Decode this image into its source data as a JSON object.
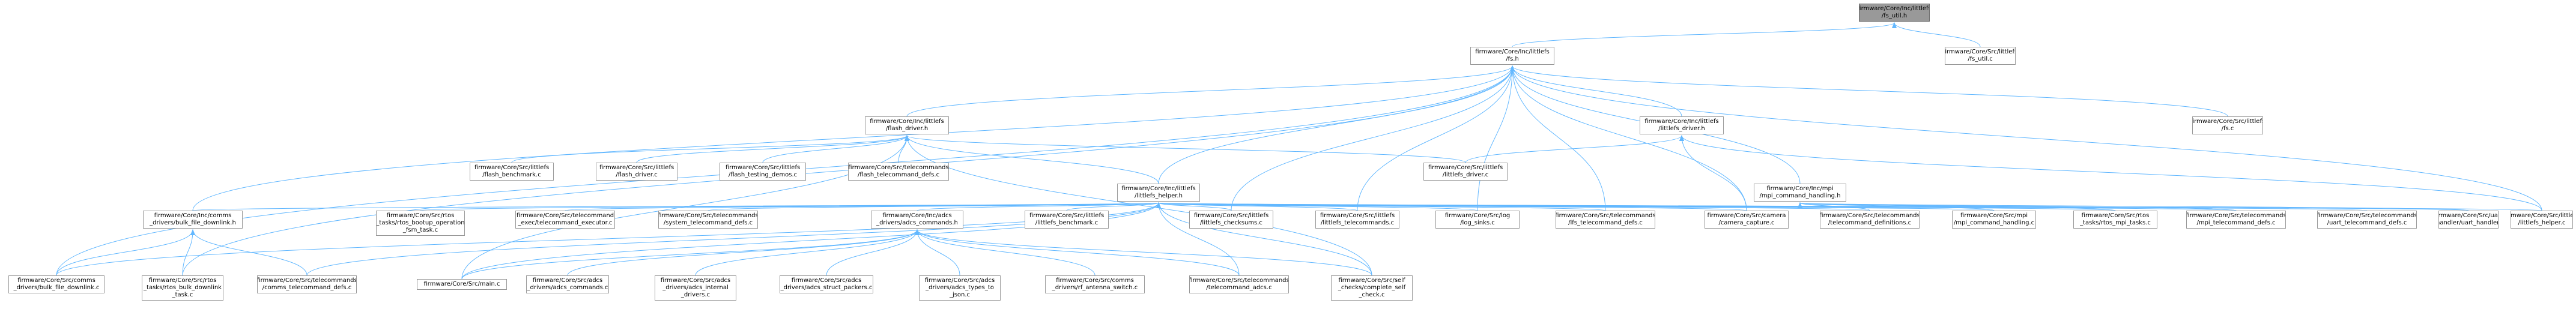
{
  "colors": {
    "edge": "#63B8FF",
    "border": "#999999",
    "root_fill": "#999999",
    "node_fill": "#ffffff"
  },
  "nodes": [
    {
      "id": "fs_util_h",
      "lines": [
        "firmware/Core/Inc/littlefs",
        "/fs_util.h"
      ],
      "root": true
    },
    {
      "id": "fs_h",
      "lines": [
        "firmware/Core/Inc/littlefs",
        "/fs.h"
      ]
    },
    {
      "id": "fs_util_c",
      "lines": [
        "firmware/Core/Src/littlefs",
        "/fs_util.c"
      ]
    },
    {
      "id": "flash_driver_h",
      "lines": [
        "firmware/Core/Inc/littlefs",
        "/flash_driver.h"
      ]
    },
    {
      "id": "littlefs_driver_h",
      "lines": [
        "firmware/Core/Inc/littlefs",
        "/littlefs_driver.h"
      ]
    },
    {
      "id": "fs_c",
      "lines": [
        "firmware/Core/Src/littlefs",
        "/fs.c"
      ]
    },
    {
      "id": "flash_benchmark_c",
      "lines": [
        "firmware/Core/Src/littlefs",
        "/flash_benchmark.c"
      ]
    },
    {
      "id": "flash_driver_c",
      "lines": [
        "firmware/Core/Src/littlefs",
        "/flash_driver.c"
      ]
    },
    {
      "id": "flash_testing_demos_c",
      "lines": [
        "firmware/Core/Src/littlefs",
        "/flash_testing_demos.c"
      ]
    },
    {
      "id": "flash_tc_defs_c",
      "lines": [
        "firmware/Core/Src/telecommands",
        "/flash_telecommand_defs.c"
      ]
    },
    {
      "id": "littlefs_driver_c",
      "lines": [
        "firmware/Core/Src/littlefs",
        "/littlefs_driver.c"
      ]
    },
    {
      "id": "littlefs_helper_h",
      "lines": [
        "firmware/Core/Inc/littlefs",
        "/littlefs_helper.h"
      ]
    },
    {
      "id": "mpi_cmd_h",
      "lines": [
        "firmware/Core/Inc/mpi",
        "/mpi_command_handling.h"
      ]
    },
    {
      "id": "comms_bulk_h",
      "lines": [
        "firmware/Core/Inc/comms",
        "_drivers/bulk_file_downlink.h"
      ]
    },
    {
      "id": "rtos_bootup_c",
      "lines": [
        "firmware/Core/Src/rtos",
        "_tasks/rtos_bootup_operation",
        "_fsm_task.c"
      ]
    },
    {
      "id": "tc_exec_c",
      "lines": [
        "firmware/Core/Src/telecommand",
        "_exec/telecommand_executor.c"
      ]
    },
    {
      "id": "system_tc_defs_c",
      "lines": [
        "firmware/Core/Src/telecommands",
        "/system_telecommand_defs.c"
      ]
    },
    {
      "id": "adcs_cmds_h",
      "lines": [
        "firmware/Core/Inc/adcs",
        "_drivers/adcs_commands.h"
      ]
    },
    {
      "id": "littlefs_benchmark_c",
      "lines": [
        "firmware/Core/Src/littlefs",
        "/littlefs_benchmark.c"
      ]
    },
    {
      "id": "littlefs_checksums_c",
      "lines": [
        "firmware/Core/Src/littlefs",
        "/littlefs_checksums.c"
      ]
    },
    {
      "id": "littlefs_tc_c",
      "lines": [
        "firmware/Core/Src/littlefs",
        "/littlefs_telecommands.c"
      ]
    },
    {
      "id": "log_sinks_c",
      "lines": [
        "firmware/Core/Src/log",
        "/log_sinks.c"
      ]
    },
    {
      "id": "lfs_tc_defs_c",
      "lines": [
        "firmware/Core/Src/telecommands",
        "/lfs_telecommand_defs.c"
      ]
    },
    {
      "id": "camera_capture_c",
      "lines": [
        "firmware/Core/Src/camera",
        "/camera_capture.c"
      ]
    },
    {
      "id": "tc_definitions_c",
      "lines": [
        "firmware/Core/Src/telecommands",
        "/telecommand_definitions.c"
      ]
    },
    {
      "id": "mpi_cmd_c",
      "lines": [
        "firmware/Core/Src/mpi",
        "/mpi_command_handling.c"
      ]
    },
    {
      "id": "rtos_mpi_tasks_c",
      "lines": [
        "firmware/Core/Src/rtos",
        "_tasks/rtos_mpi_tasks.c"
      ]
    },
    {
      "id": "mpi_tc_defs_c",
      "lines": [
        "firmware/Core/Src/telecommands",
        "/mpi_telecommand_defs.c"
      ]
    },
    {
      "id": "uart_tc_defs_c",
      "lines": [
        "firmware/Core/Src/telecommands",
        "/uart_telecommand_defs.c"
      ]
    },
    {
      "id": "uart_handler_c",
      "lines": [
        "firmware/Core/Src/uart",
        "_handler/uart_handler.c"
      ]
    },
    {
      "id": "littlefs_helper_c",
      "lines": [
        "firmware/Core/Src/littlefs",
        "/littlefs_helper.c"
      ]
    },
    {
      "id": "comms_bulk_c",
      "lines": [
        "firmware/Core/Src/comms",
        "_drivers/bulk_file_downlink.c"
      ]
    },
    {
      "id": "rtos_bulk_task_c",
      "lines": [
        "firmware/Core/Src/rtos",
        "_tasks/rtos_bulk_downlink",
        "_task.c"
      ]
    },
    {
      "id": "comms_tc_defs_c",
      "lines": [
        "firmware/Core/Src/telecommands",
        "/comms_telecommand_defs.c"
      ]
    },
    {
      "id": "main_c",
      "lines": [
        "firmware/Core/Src/main.c"
      ]
    },
    {
      "id": "adcs_cmds_c",
      "lines": [
        "firmware/Core/Src/adcs",
        "_drivers/adcs_commands.c"
      ]
    },
    {
      "id": "adcs_internal_c",
      "lines": [
        "firmware/Core/Src/adcs",
        "_drivers/adcs_internal",
        "_drivers.c"
      ]
    },
    {
      "id": "adcs_struct_c",
      "lines": [
        "firmware/Core/Src/adcs",
        "_drivers/adcs_struct_packers.c"
      ]
    },
    {
      "id": "adcs_types_c",
      "lines": [
        "firmware/Core/Src/adcs",
        "_drivers/adcs_types_to",
        "_json.c"
      ]
    },
    {
      "id": "rf_switch_c",
      "lines": [
        "firmware/Core/Src/comms",
        "_drivers/rf_antenna_switch.c"
      ]
    },
    {
      "id": "tc_adcs_c",
      "lines": [
        "firmware/Core/Src/telecommands",
        "/telecommand_adcs.c"
      ]
    },
    {
      "id": "self_check_c",
      "lines": [
        "firmware/Core/Src/self",
        "_checks/complete_self",
        "_check.c"
      ]
    }
  ],
  "edges": [
    [
      "fs_h",
      "fs_util_h"
    ],
    [
      "fs_util_c",
      "fs_util_h"
    ],
    [
      "flash_driver_h",
      "fs_h"
    ],
    [
      "littlefs_driver_h",
      "fs_h"
    ],
    [
      "fs_c",
      "fs_h"
    ],
    [
      "littlefs_helper_h",
      "fs_h"
    ],
    [
      "mpi_cmd_h",
      "fs_h"
    ],
    [
      "comms_bulk_h",
      "fs_h"
    ],
    [
      "comms_bulk_c",
      "fs_h"
    ],
    [
      "rtos_bulk_task_c",
      "fs_h"
    ],
    [
      "littlefs_checksums_c",
      "fs_h"
    ],
    [
      "littlefs_tc_c",
      "fs_h"
    ],
    [
      "log_sinks_c",
      "fs_h"
    ],
    [
      "lfs_tc_defs_c",
      "fs_h"
    ],
    [
      "camera_capture_c",
      "fs_h"
    ],
    [
      "littlefs_helper_c",
      "fs_h"
    ],
    [
      "flash_benchmark_c",
      "flash_driver_h"
    ],
    [
      "flash_driver_c",
      "flash_driver_h"
    ],
    [
      "flash_testing_demos_c",
      "flash_driver_h"
    ],
    [
      "flash_tc_defs_c",
      "flash_driver_h"
    ],
    [
      "littlefs_driver_c",
      "flash_driver_h"
    ],
    [
      "littlefs_helper_h",
      "flash_driver_h"
    ],
    [
      "main_c",
      "flash_driver_h"
    ],
    [
      "self_check_c",
      "flash_driver_h"
    ],
    [
      "littlefs_driver_c",
      "littlefs_driver_h"
    ],
    [
      "camera_capture_c",
      "littlefs_driver_h"
    ],
    [
      "littlefs_helper_c",
      "littlefs_driver_h"
    ],
    [
      "comms_bulk_h",
      "littlefs_helper_h"
    ],
    [
      "rtos_bootup_c",
      "littlefs_helper_h"
    ],
    [
      "tc_exec_c",
      "littlefs_helper_h"
    ],
    [
      "system_tc_defs_c",
      "littlefs_helper_h"
    ],
    [
      "adcs_cmds_h",
      "littlefs_helper_h"
    ],
    [
      "littlefs_benchmark_c",
      "littlefs_helper_h"
    ],
    [
      "littlefs_checksums_c",
      "littlefs_helper_h"
    ],
    [
      "littlefs_tc_c",
      "littlefs_helper_h"
    ],
    [
      "log_sinks_c",
      "littlefs_helper_h"
    ],
    [
      "lfs_tc_defs_c",
      "littlefs_helper_h"
    ],
    [
      "camera_capture_c",
      "littlefs_helper_h"
    ],
    [
      "tc_definitions_c",
      "littlefs_helper_h"
    ],
    [
      "mpi_cmd_c",
      "littlefs_helper_h"
    ],
    [
      "rtos_mpi_tasks_c",
      "littlefs_helper_h"
    ],
    [
      "mpi_tc_defs_c",
      "littlefs_helper_h"
    ],
    [
      "uart_tc_defs_c",
      "littlefs_helper_h"
    ],
    [
      "uart_handler_c",
      "littlefs_helper_h"
    ],
    [
      "littlefs_helper_c",
      "littlefs_helper_h"
    ],
    [
      "comms_bulk_c",
      "littlefs_helper_h"
    ],
    [
      "comms_tc_defs_c",
      "littlefs_helper_h"
    ],
    [
      "tc_adcs_c",
      "littlefs_helper_h"
    ],
    [
      "self_check_c",
      "littlefs_helper_h"
    ],
    [
      "main_c",
      "littlefs_helper_h"
    ],
    [
      "tc_definitions_c",
      "mpi_cmd_h"
    ],
    [
      "mpi_cmd_c",
      "mpi_cmd_h"
    ],
    [
      "rtos_mpi_tasks_c",
      "mpi_cmd_h"
    ],
    [
      "mpi_tc_defs_c",
      "mpi_cmd_h"
    ],
    [
      "uart_handler_c",
      "mpi_cmd_h"
    ],
    [
      "comms_bulk_c",
      "comms_bulk_h"
    ],
    [
      "rtos_bulk_task_c",
      "comms_bulk_h"
    ],
    [
      "comms_tc_defs_c",
      "comms_bulk_h"
    ],
    [
      "main_c",
      "adcs_cmds_h"
    ],
    [
      "adcs_cmds_c",
      "adcs_cmds_h"
    ],
    [
      "adcs_internal_c",
      "adcs_cmds_h"
    ],
    [
      "adcs_struct_c",
      "adcs_cmds_h"
    ],
    [
      "adcs_types_c",
      "adcs_cmds_h"
    ],
    [
      "rf_switch_c",
      "adcs_cmds_h"
    ],
    [
      "tc_adcs_c",
      "adcs_cmds_h"
    ],
    [
      "self_check_c",
      "adcs_cmds_h"
    ]
  ]
}
